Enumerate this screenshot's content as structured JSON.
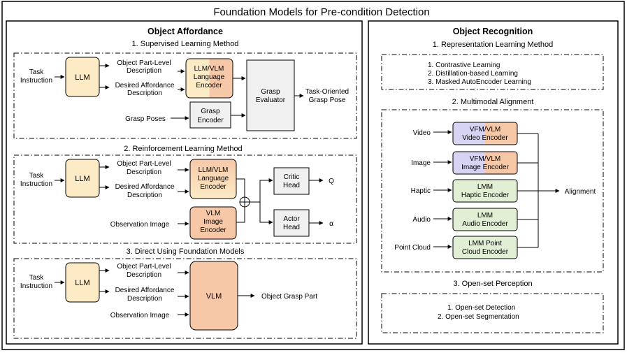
{
  "title": "Foundation Models for Pre-condition Detection",
  "colors": {
    "llm_fill": "#fdebc6",
    "vlm_fill": "#f6c8a8",
    "vfm_fill": "#d6d4f2",
    "lmm_fill": "#e1efd5",
    "gray_fill": "#f0f0f0",
    "stroke": "#000000"
  },
  "object_affordance": {
    "heading": "Object Affordance",
    "supervised": {
      "label": "1. Supervised Learning Method",
      "task_instruction": [
        "Task",
        "Instruction"
      ],
      "llm": "LLM",
      "part_desc": [
        "Object Part-Level",
        "Description"
      ],
      "afford_desc": [
        "Desired Affordance",
        "Description"
      ],
      "lang_encoder": [
        "LLM/VLM",
        "Language",
        "Encoder"
      ],
      "grasp_poses": "Grasp Poses",
      "grasp_encoder": [
        "Grasp",
        "Encoder"
      ],
      "grasp_evaluator": [
        "Grasp",
        "Evaluator"
      ],
      "output": [
        "Task-Oriented",
        "Grasp Pose"
      ]
    },
    "reinforcement": {
      "label": "2. Reinforcement Learning Method",
      "task_instruction": [
        "Task",
        "Instruction"
      ],
      "llm": "LLM",
      "part_desc": [
        "Object Part-Level",
        "Description"
      ],
      "afford_desc": [
        "Desired Affordance",
        "Description"
      ],
      "lang_encoder": [
        "LLM/VLM",
        "Language",
        "Encoder"
      ],
      "obs_image": "Observation Image",
      "image_encoder": [
        "VLM",
        "Image",
        "Encoder"
      ],
      "critic": [
        "Critic",
        "Head"
      ],
      "actor": [
        "Actor",
        "Head"
      ],
      "q": "Q",
      "a": "α"
    },
    "direct": {
      "label": "3. Direct Using Foundation Models",
      "task_instruction": [
        "Task",
        "Instruction"
      ],
      "llm": "LLM",
      "part_desc": [
        "Object Part-Level",
        "Description"
      ],
      "afford_desc": [
        "Desired Affordance",
        "Description"
      ],
      "obs_image": "Observation Image",
      "vlm": "VLM",
      "output": "Object Grasp Part"
    }
  },
  "object_recognition": {
    "heading": "Object Recognition",
    "representation": {
      "label": "1. Representation Learning Method",
      "items": [
        "1.    Contrastive Learning",
        "2.   Distillation-based Learning",
        "3.   Masked AutoEncoder Learning"
      ]
    },
    "multimodal": {
      "label": "2. Multimodal Alignment",
      "rows": [
        {
          "input": "Video",
          "encoder": [
            "VFM/VLM",
            "Video Encoder"
          ]
        },
        {
          "input": "Image",
          "encoder": [
            "VFM/VLM",
            "Image Encoder"
          ]
        },
        {
          "input": "Haptic",
          "encoder": [
            "LMM",
            "Haptic Encoder"
          ]
        },
        {
          "input": "Audio",
          "encoder": [
            "LMM",
            "Audio Encoder"
          ]
        },
        {
          "input": "Point Cloud",
          "encoder": [
            "LMM Point",
            "Cloud Encoder"
          ]
        }
      ],
      "output": "Alignment"
    },
    "openset": {
      "label": "3. Open-set Perception",
      "items": [
        "1.   Open-set Detection",
        "2.   Open-set Segmentation"
      ]
    }
  }
}
